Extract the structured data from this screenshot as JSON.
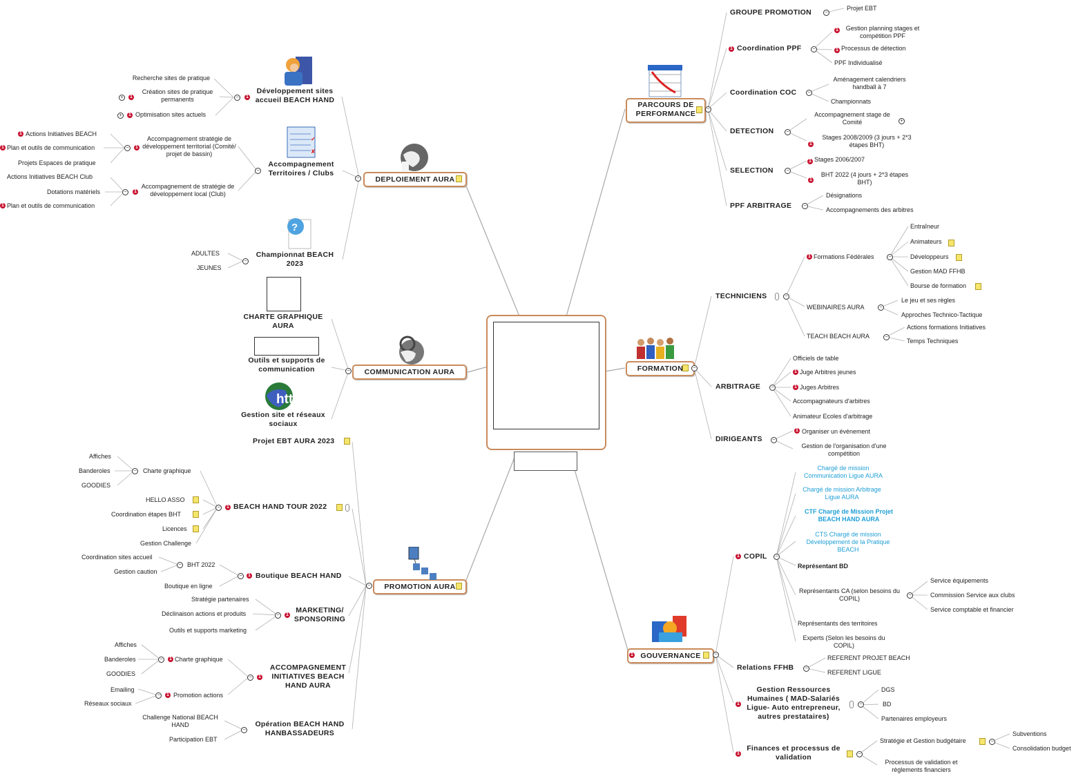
{
  "center": {
    "label": ""
  },
  "main_topics": {
    "deploiement": "DEPLOIEMENT AURA",
    "communication": "COMMUNICATION AURA",
    "promotion": "PROMOTION AURA",
    "parcours": "PARCOURS DE PERFORMANCE",
    "formation": "FORMATION",
    "gouvernance": "GOUVERNANCE"
  },
  "deploiement": {
    "dev_sites": "Développement sites accueil BEACH HAND",
    "dev_sites_items": [
      "Recherche sites de pratique",
      "Création sites de pratique permanents",
      "Optimisation sites actuels"
    ],
    "territoires": "Accompagnement Territoires / Clubs",
    "strat_territorial": "Accompagnement stratégie de développement territorial (Comité/ projet de bassin)",
    "strat_territorial_items": [
      "Actions Initiatives BEACH",
      "Plan et outils de communication",
      "Projets Espaces de pratique"
    ],
    "strat_local": "Accompagnement de stratégie de développement local (Club)",
    "strat_local_items": [
      "Actions Initiatives BEACH Club",
      "Dotations matériels",
      "Plan et outils de communication"
    ],
    "championnat": "Championnat BEACH 2023",
    "championnat_items": [
      "ADULTES",
      "JEUNES"
    ]
  },
  "communication": {
    "charte": "CHARTE GRAPHIQUE AURA",
    "outils": "Outils et supports de communication",
    "site": "Gestion site et réseaux sociaux",
    "http": "http"
  },
  "promotion": {
    "projet_ebt": "Projet EBT AURA 2023",
    "bht2022": "BEACH HAND TOUR 2022",
    "charte": "Charte graphique",
    "charte_items": [
      "Affiches",
      "Banderoles",
      "GOODIES"
    ],
    "bht_items": [
      "HELLO ASSO",
      "Coordination étapes BHT",
      "Licences",
      "Gestion Challenge"
    ],
    "boutique": "Boutique BEACH HAND",
    "bht_2022_sub": "BHT 2022",
    "bht_2022_items": [
      "Coordination sites accueil",
      "Gestion caution"
    ],
    "boutique_ligne": "Boutique en ligne",
    "marketing": "MARKETING/ SPONSORING",
    "marketing_items": [
      "Stratégie partenaires",
      "Déclinaison actions et produits",
      "Outils et supports marketing"
    ],
    "initiatives": "ACCOMPAGNEMENT INITIATIVES BEACH HAND AURA",
    "init_charte": "Charte graphique",
    "init_charte_items": [
      "Affiches",
      "Banderoles",
      "GOODIES"
    ],
    "promo_actions": "Promotion actions",
    "promo_actions_items": [
      "Emailing",
      "Réseaux sociaux"
    ],
    "operation": "Opération BEACH HAND HANBASSADEURS",
    "operation_items": [
      "Challenge National BEACH HAND",
      "Participation EBT"
    ]
  },
  "parcours": {
    "groupe_promotion": "GROUPE PROMOTION",
    "groupe_promotion_items": [
      "Projet EBT"
    ],
    "coord_ppf": "Coordination PPF",
    "coord_ppf_items": [
      "Gestion planning stages et compétition PPF",
      "Processus de détection",
      "PPF Individualisé"
    ],
    "coord_coc": "Coordination COC",
    "coord_coc_items": [
      "Aménagement calendriers handball à 7",
      "Championnats"
    ],
    "detection": "DETECTION",
    "detection_items": [
      "Accompagnement stage de Comité",
      "Stages 2008/2009 (3 jours + 2*3 étapes BHT)"
    ],
    "selection": "SELECTION",
    "selection_items": [
      "Stages 2006/2007",
      "BHT 2022 (4 jours + 2*3 étapes BHT)"
    ],
    "ppf_arbitrage": "PPF ARBITRAGE",
    "ppf_arbitrage_items": [
      "Désignations",
      "Accompagnements des arbitres"
    ]
  },
  "formation": {
    "techniciens": "TECHNICIENS",
    "formations_fed": "Formations Fédérales",
    "formations_fed_items": [
      "Entraîneur",
      "Animateurs",
      "Développeurs",
      "Gestion MAD FFHB",
      "Bourse de formation"
    ],
    "webinaires": "WEBINAIRES AURA",
    "webinaires_items": [
      "Le jeu et ses règles",
      "Approches Technico-Tactique"
    ],
    "teach": "TEACH BEACH AURA",
    "teach_items": [
      "Actions formations Initiatives",
      "Temps Techniques"
    ],
    "arbitrage": "ARBITRAGE",
    "arbitrage_items": [
      "Officiels de table",
      "Juge Arbitres jeunes",
      "Juges Arbitres",
      "Accompagnateurs d'arbitres",
      "Animateur Ecoles d'arbitrage"
    ],
    "dirigeants": "DIRIGEANTS",
    "dirigeants_items": [
      "Organiser un évènement",
      "Gestion de l'organisation d'une compétition"
    ]
  },
  "gouvernance": {
    "copil": "COPIL",
    "copil_items": [
      "Chargé de mission Communication Ligue AURA",
      "Chargé de mission Arbitrage Ligue AURA",
      "CTF Chargé de Mission Projet BEACH HAND AURA",
      "CTS Chargé de mission Développement de la Pratique BEACH",
      "Représentant BD",
      "Représentants CA (selon besoins du COPIL)",
      "Représentants des territoires",
      "Experts (Selon les besoins du COPIL)"
    ],
    "ca_items": [
      "Service équipements",
      "Commission Service aux clubs",
      "Service comptable et financier"
    ],
    "relations": "Relations FFHB",
    "relations_items": [
      "REFERENT PROJET BEACH",
      "REFERENT LIGUE"
    ],
    "rh": "Gestion Ressources Humaines ( MAD-Salariés Ligue- Auto entrepreneur, autres prestataires)",
    "rh_items": [
      "DGS",
      "BD",
      "Partenaires employeurs"
    ],
    "finances": "Finances et processus de validation",
    "strategie": "Stratégie et Gestion budgétaire",
    "strategie_items": [
      "Subventions",
      "Consolidation budget"
    ],
    "validation": "Processus de validation et règlements financiers"
  },
  "colors": {
    "border": "#c98a5a",
    "marker": "#c8102e",
    "blue_text": "#1f9fd6",
    "line": "#999999"
  }
}
